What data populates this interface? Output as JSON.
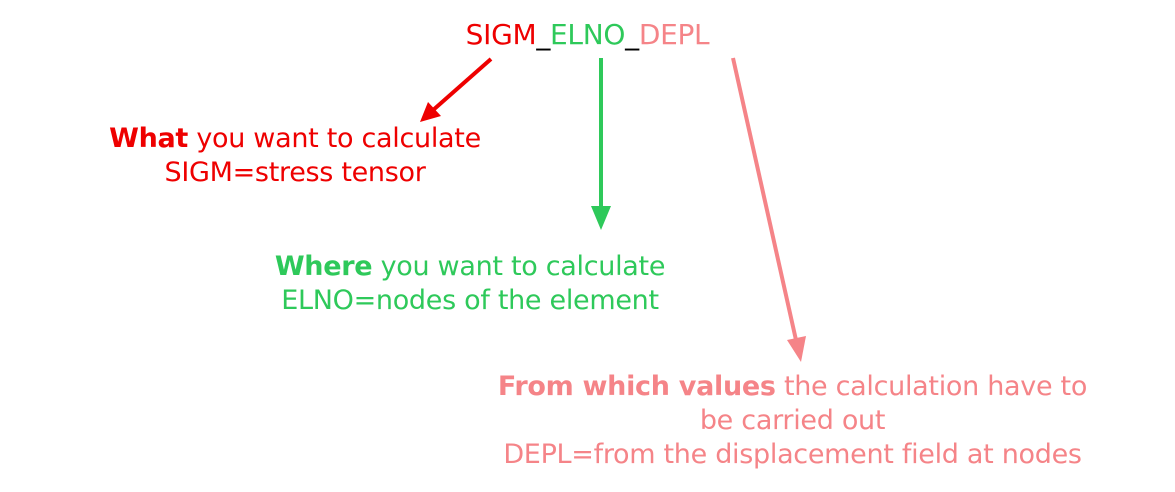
{
  "title": {
    "part1": "SIGM",
    "sep1": "_",
    "part2": "ELNO",
    "sep2": "_",
    "part3": "DEPL"
  },
  "what": {
    "bold": "What",
    "rest": " you want to calculate",
    "line2": "SIGM=stress tensor"
  },
  "where": {
    "bold": "Where",
    "rest": " you want to calculate",
    "line2": "ELNO=nodes of the element"
  },
  "from": {
    "bold": "From which values",
    "rest": " the calculation have to",
    "line2": "be carried out",
    "line3": "DEPL=from the displacement field at nodes"
  },
  "colors": {
    "what": "#ee0000",
    "where": "#2ec95a",
    "from": "#f58488",
    "separator": "#000000"
  }
}
